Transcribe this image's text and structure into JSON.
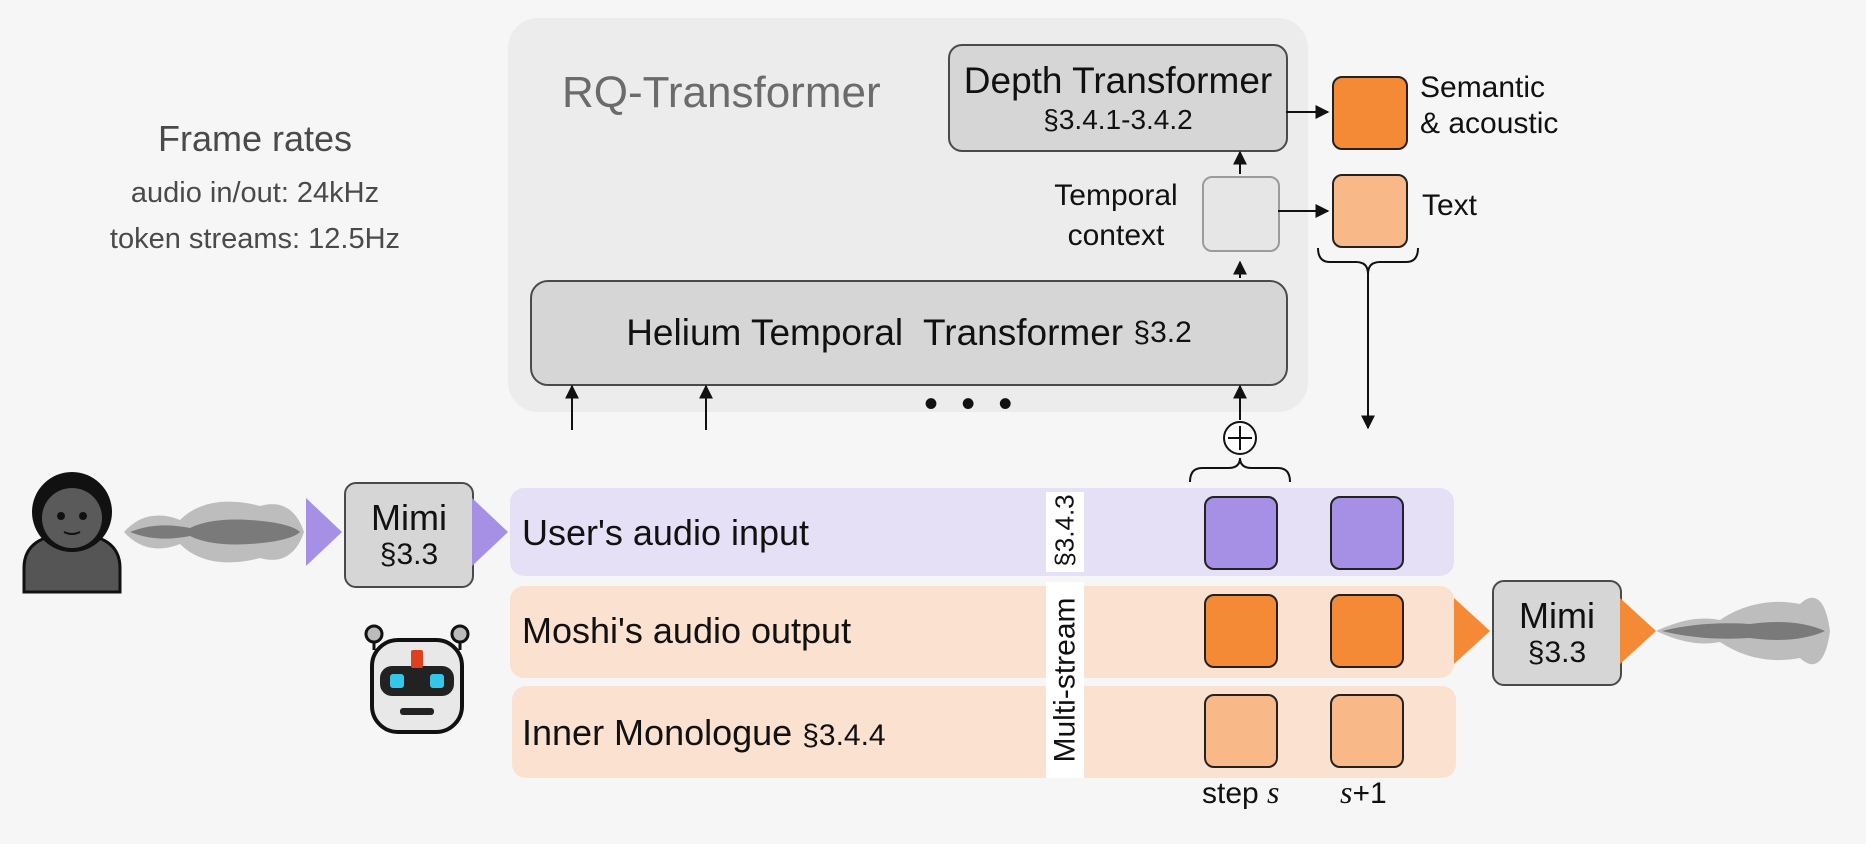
{
  "frame_rates": {
    "title": "Frame rates",
    "audio": "audio in/out: 24kHz",
    "tokens": "token streams: 12.5Hz"
  },
  "rq": {
    "title": "RQ-Transformer",
    "depth_title": "Depth Transformer",
    "depth_ref": "§3.4.1-3.4.2",
    "temporal_context_line1": "Temporal",
    "temporal_context_line2": "context",
    "helium_title": "Helium Temporal  Transformer ",
    "helium_ref": "§3.2",
    "dots": "• • •"
  },
  "legend": {
    "semantic_line1": "Semantic",
    "semantic_line2": "& acoustic",
    "text": "Text"
  },
  "streams": {
    "user_input": "User's audio input",
    "moshi_output": "Moshi's audio output",
    "inner_monologue": "Inner Monologue ",
    "inner_monologue_ref": "§3.4.4",
    "multistream": "Multi-stream",
    "multistream_ref": "§3.4.3"
  },
  "mimi": {
    "name": "Mimi",
    "ref": "§3.3"
  },
  "steps": {
    "step_prefix": "step ",
    "step_var": "s",
    "next": "s",
    "next_suffix": "+1"
  },
  "colors": {
    "semantic_acoustic": "#f48a35",
    "text": "#f8b888",
    "user_audio": "#a690e6",
    "user_band": "#e6e0f6",
    "moshi_band": "#fbe1d0"
  },
  "icons": [
    "user-icon",
    "robot-icon",
    "waveform-icon",
    "plus-circle-icon"
  ]
}
